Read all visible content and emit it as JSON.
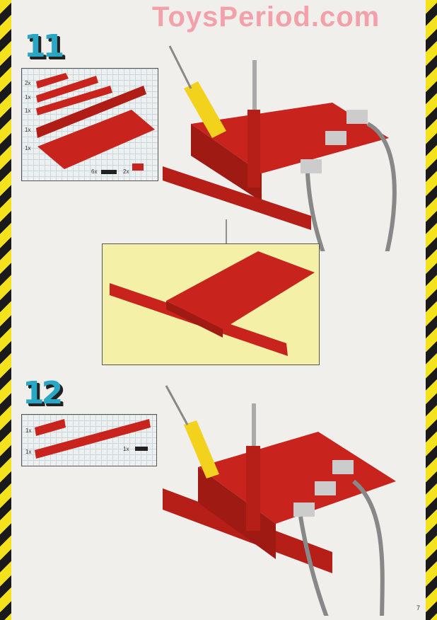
{
  "watermark": "ToysPeriod.com",
  "steps": [
    {
      "number": "11",
      "parts": [
        "2x",
        "1x",
        "1x",
        "1x",
        "1x",
        "6x",
        "2x"
      ]
    },
    {
      "number": "12",
      "parts": [
        "1x",
        "1x",
        "1x"
      ]
    }
  ],
  "page_number": "7",
  "colors": {
    "brick": "#c8231c",
    "stripe_yellow": "#f4e21c",
    "step_number": "#2aa7c4",
    "callout_bg": "#f4f0a8"
  }
}
